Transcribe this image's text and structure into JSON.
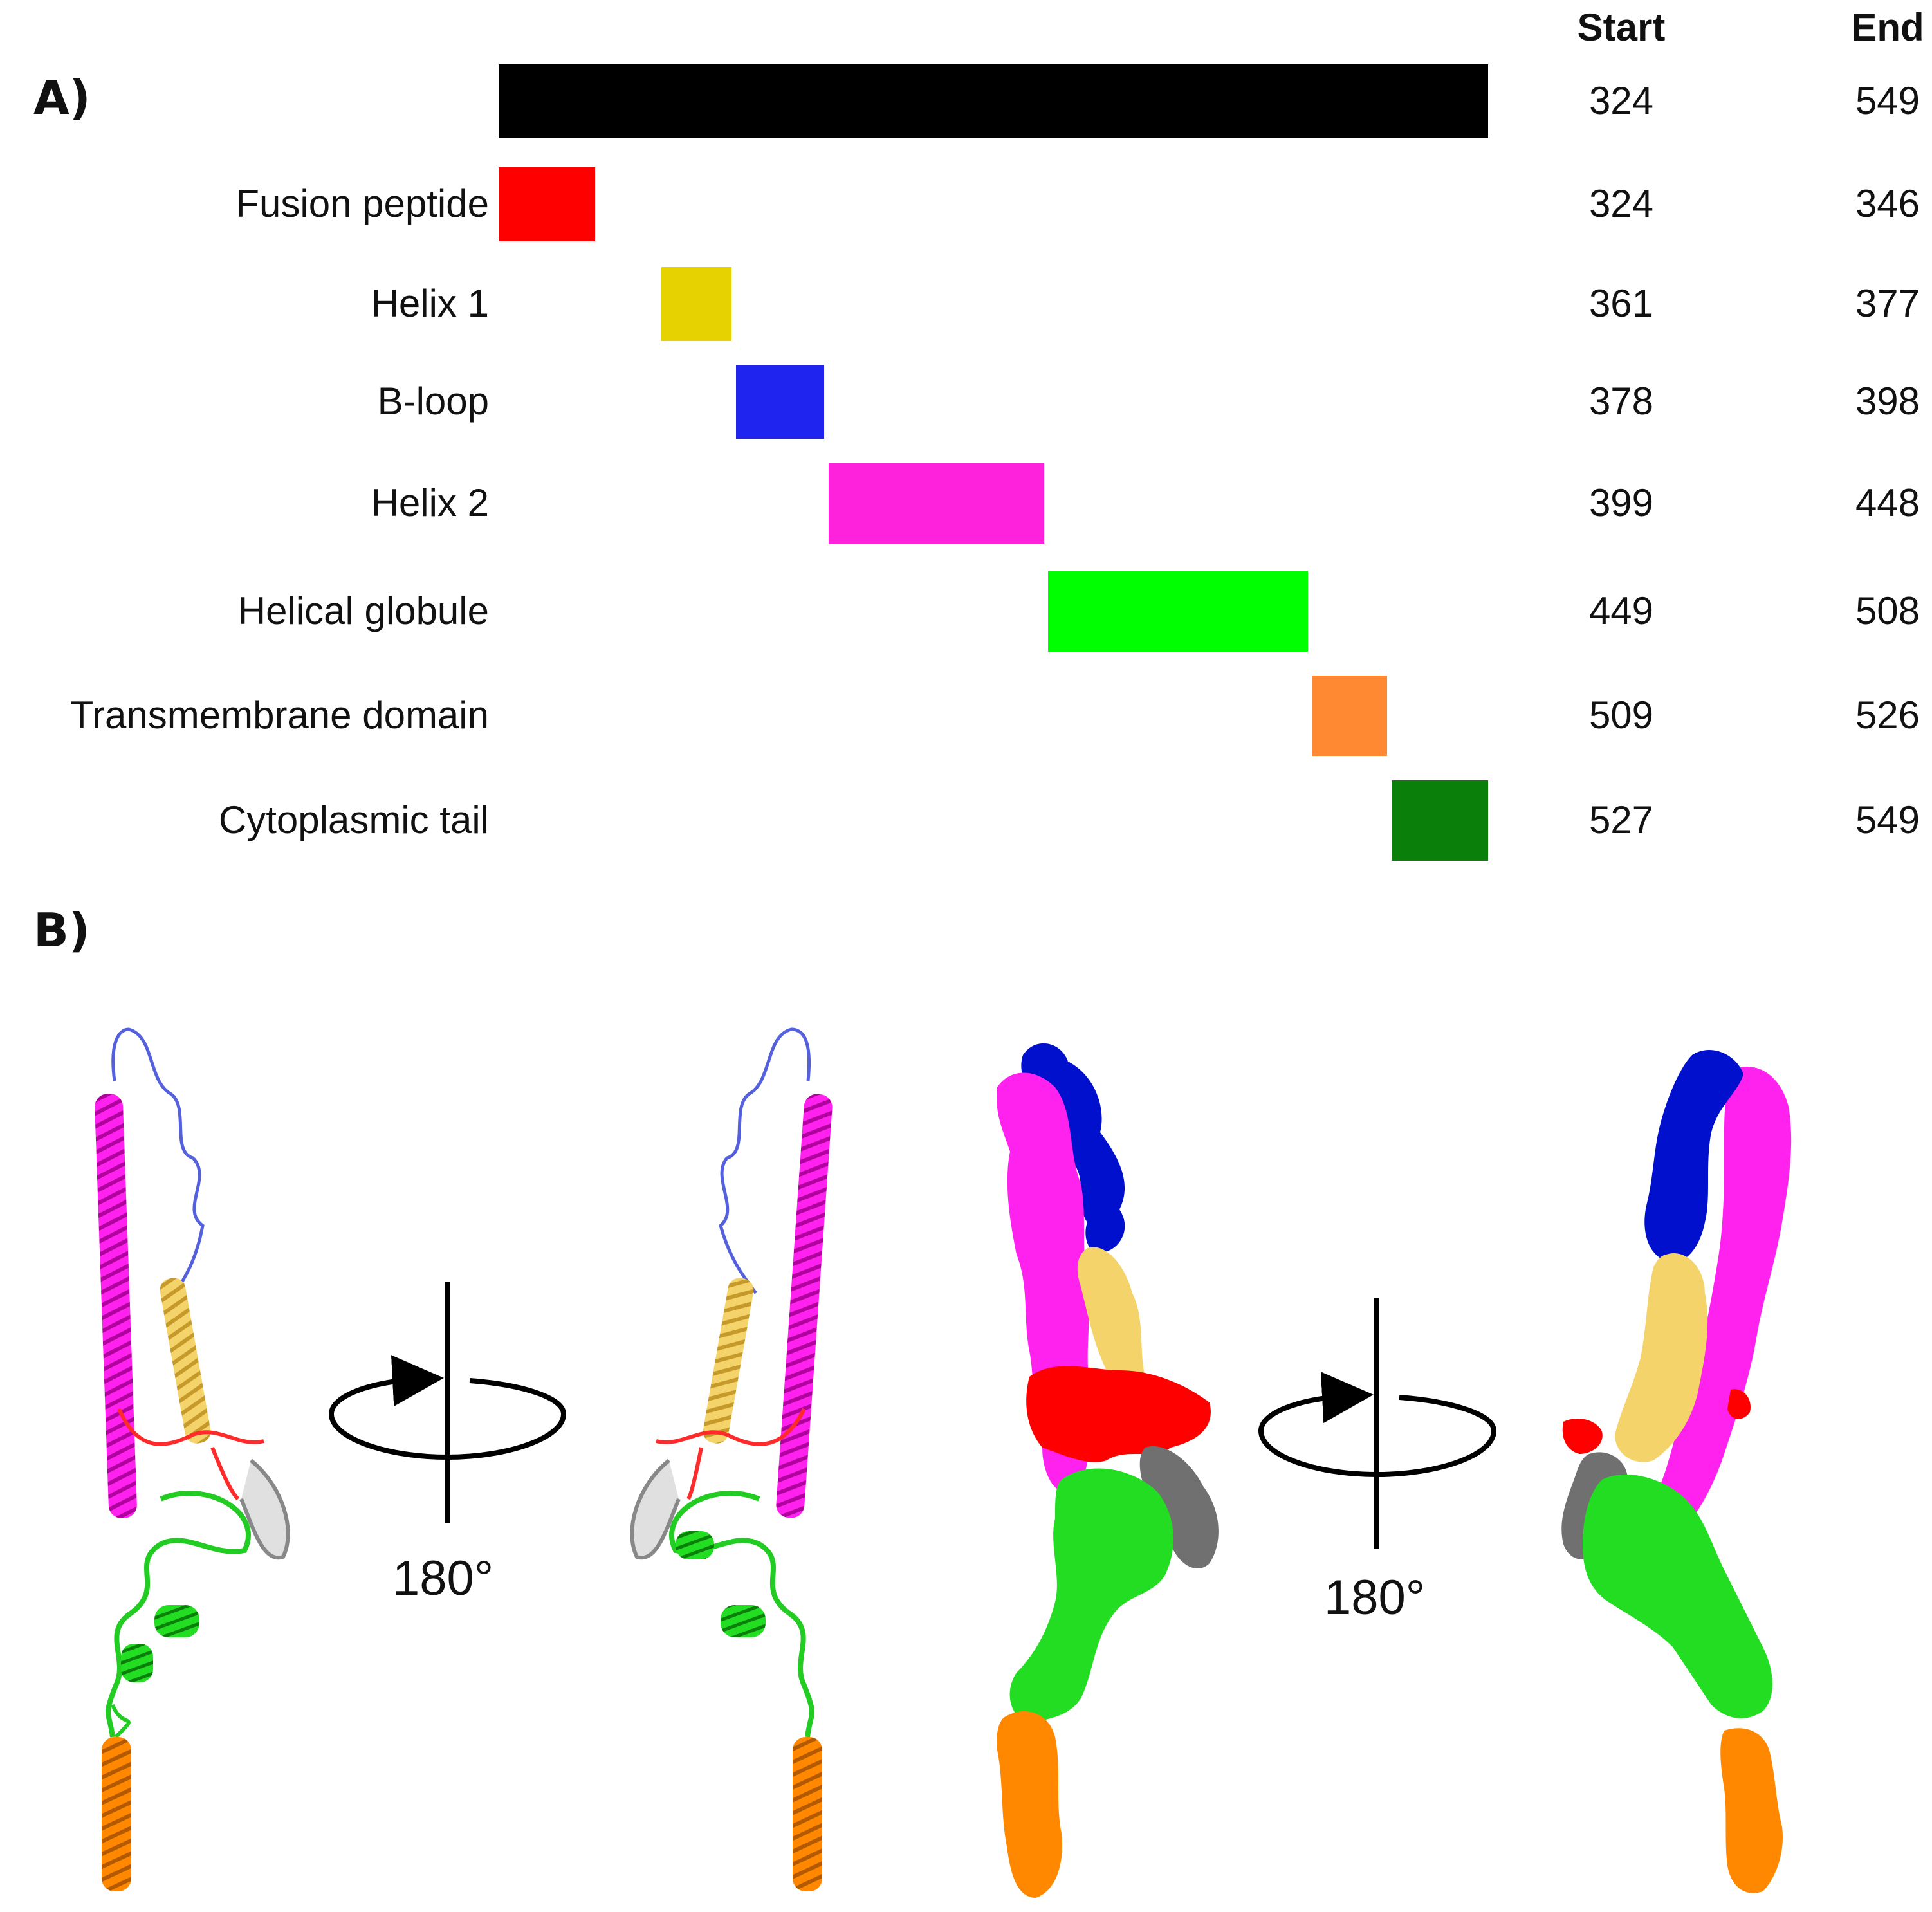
{
  "panel_a_label": "A)",
  "panel_b_label": "B)",
  "columns": {
    "start": "Start",
    "end": "End"
  },
  "domains": [
    {
      "label": "",
      "start": "324",
      "end": "549",
      "s": 324,
      "e": 549,
      "color": "#000000"
    },
    {
      "label": "Fusion peptide",
      "start": "324",
      "end": "346",
      "s": 324,
      "e": 346,
      "color": "#ff0000"
    },
    {
      "label": "Helix 1",
      "start": "361",
      "end": "377",
      "s": 361,
      "e": 377,
      "color": "#e6d200"
    },
    {
      "label": "B-loop",
      "start": "378",
      "end": "398",
      "s": 378,
      "e": 398,
      "color": "#1f24ee"
    },
    {
      "label": "Helix 2",
      "start": "399",
      "end": "448",
      "s": 399,
      "e": 448,
      "color": "#ff22dd"
    },
    {
      "label": "Helical globule",
      "start": "449",
      "end": "508",
      "s": 449,
      "e": 508,
      "color": "#00ff00"
    },
    {
      "label": "Transmembrane domain",
      "start": "509",
      "end": "526",
      "s": 509,
      "e": 526,
      "color": "#ff8833"
    },
    {
      "label": "Cytoplasmic tail",
      "start": "527",
      "end": "549",
      "s": 527,
      "e": 549,
      "color": "#0a7f0a"
    }
  ],
  "rotation_labels": [
    "180°",
    "180°"
  ],
  "structure_colors": {
    "fusion_peptide": "#ff0000",
    "helix1": "#f5d36b",
    "b_loop_ribbon": "#5560dd",
    "b_loop_surface": "#0010cc",
    "helix2": "#ff22ee",
    "helical_globule": "#22dd22",
    "transmembrane": "#ff8800",
    "unassigned": "#707070"
  }
}
